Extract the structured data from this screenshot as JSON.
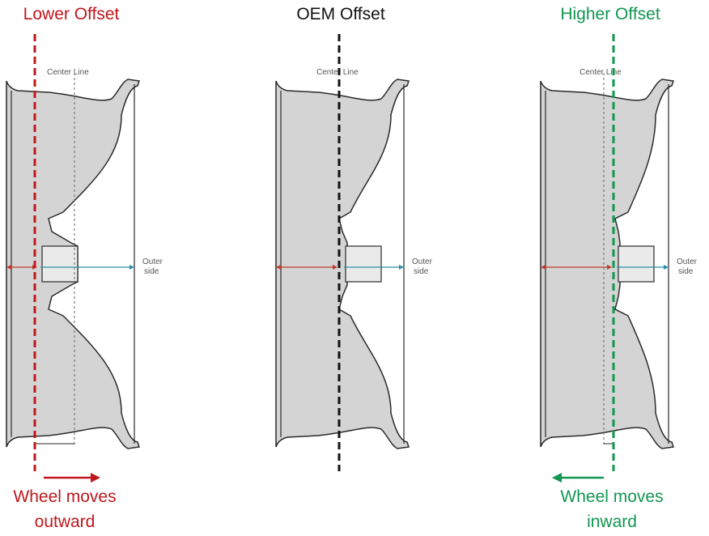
{
  "panels": [
    {
      "title": "Lower Offset",
      "center_line_label": "Center Line",
      "outer_label": [
        "Outer",
        "side"
      ],
      "caption": [
        "Wheel moves",
        "outward"
      ],
      "offset_direction": "outward",
      "color": "#c0171d"
    },
    {
      "title": "OEM Offset",
      "center_line_label": "Center Line",
      "outer_label": [
        "Outer",
        "side"
      ],
      "caption": [
        "",
        ""
      ],
      "offset_direction": "none",
      "color": "#111111"
    },
    {
      "title": "Higher Offset",
      "center_line_label": "Center Line",
      "outer_label": [
        "Outer",
        "side"
      ],
      "caption": [
        "Wheel moves",
        "inward"
      ],
      "offset_direction": "inward",
      "color": "#129652"
    }
  ],
  "colors": {
    "inner_arrow": "#c0392b",
    "outer_arrow": "#2a8fa8",
    "rim_fill": "#d4d4d4",
    "rim_stroke": "#2a2a2a"
  }
}
